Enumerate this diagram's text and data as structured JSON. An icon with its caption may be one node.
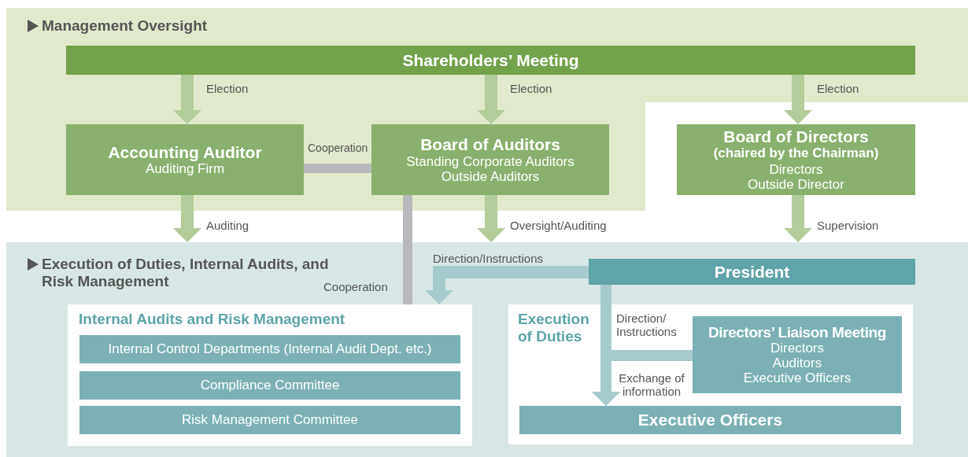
{
  "diagram": {
    "nodes": [
      {
        "text": [
          "Management Oversight"
        ]
      },
      {
        "text": [
          "Shareholders’ Meeting"
        ],
        "in": 0
      },
      {
        "text": [
          "Accounting Auditor",
          "Auditing Firm"
        ],
        "in": 0
      },
      {
        "text": [
          "Board of Auditors",
          "Standing Corporate Auditors",
          "Outside Auditors"
        ],
        "in": 0
      },
      {
        "text": [
          "Board of Directors",
          "(chaired by the Chairman)",
          "Directors",
          "Outside Director"
        ]
      },
      {
        "text": [
          "Execution of Duties, Internal Audits, and Risk Management"
        ]
      },
      {
        "text": [
          "Internal Audits and Risk Management"
        ],
        "in": 5
      },
      {
        "text": [
          "Internal Control Departments (Internal Audit Dept. etc.)"
        ],
        "in": 6
      },
      {
        "text": [
          "Compliance Committee"
        ],
        "in": 6
      },
      {
        "text": [
          "Risk Management Committee"
        ],
        "in": 6
      },
      {
        "text": [
          "President"
        ],
        "in": 5
      },
      {
        "text": [
          "Execution of Duties"
        ],
        "in": 5
      },
      {
        "text": [
          "Directors’ Liaison Meeting",
          "Directors",
          "Auditors",
          "Executive Officers"
        ],
        "in": 11
      },
      {
        "text": [
          "Executive Officers"
        ],
        "in": 11
      }
    ],
    "edges": [
      {
        "from": 1,
        "to": 2,
        "arrow": "to",
        "label": "Election"
      },
      {
        "from": 1,
        "to": 3,
        "arrow": "to",
        "label": "Election"
      },
      {
        "from": 1,
        "to": 4,
        "arrow": "to",
        "label": "Election"
      },
      {
        "from": 2,
        "to": 5,
        "arrow": "to",
        "label": "Auditing"
      },
      {
        "from": 3,
        "to": 5,
        "arrow": "to",
        "label": "Oversight/Auditing"
      },
      {
        "from": 4,
        "to": 5,
        "arrow": "to",
        "label": "Supervision"
      },
      {
        "from": 2,
        "to": 3,
        "arrow": "none",
        "label": "Cooperation",
        "color": "#b9b9bd"
      },
      {
        "from": 3,
        "to": 6,
        "arrow": "none",
        "label": "Cooperation",
        "color": "#b9b9bd"
      },
      {
        "from": 10,
        "to": 6,
        "arrow": "to",
        "label": "Direction/Instructions",
        "color": "#a7cbcd"
      },
      {
        "from": 10,
        "to": 13,
        "arrow": "to",
        "label": "Direction/ Instructions",
        "color": "#a7cbcd"
      },
      {
        "from": 12,
        "to": 13,
        "arrow": "to",
        "label": "Exchange of information",
        "color": "#a7cbcd"
      }
    ]
  }
}
